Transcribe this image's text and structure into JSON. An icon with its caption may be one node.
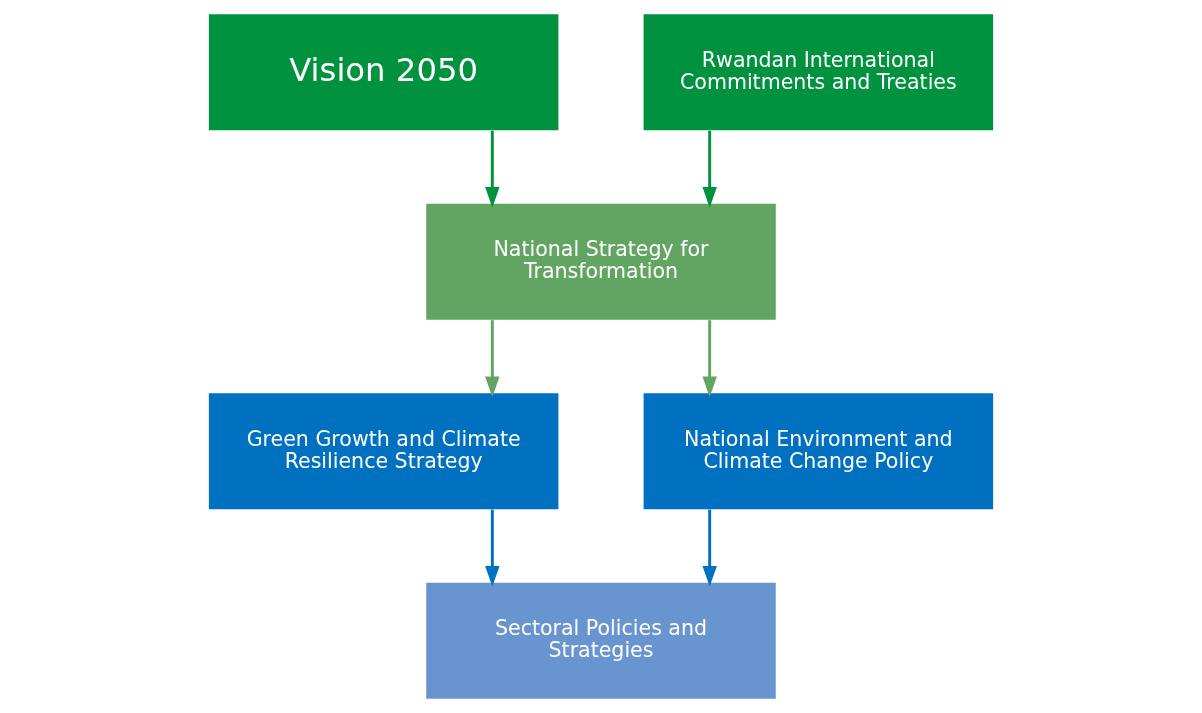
{
  "diagram": {
    "nodes": [
      {
        "text": [
          "Vision 2050"
        ]
      },
      {
        "text": [
          "Rwandan International Commitments and Treaties"
        ]
      },
      {
        "text": [
          "National Strategy for Transformation"
        ]
      },
      {
        "text": [
          "Green Growth and Climate Resilience Strategy"
        ]
      },
      {
        "text": [
          "National Environment and Climate Change Policy"
        ]
      },
      {
        "text": [
          "Sectoral Policies and Strategies"
        ]
      }
    ],
    "edges": [
      {
        "from": 0,
        "to": 2,
        "arrow": "to",
        "color": "#00923f"
      },
      {
        "from": 1,
        "to": 2,
        "arrow": "to",
        "color": "#00923f"
      },
      {
        "from": 2,
        "to": 3,
        "arrow": "to",
        "color": "#62a563"
      },
      {
        "from": 2,
        "to": 4,
        "arrow": "to",
        "color": "#62a563"
      },
      {
        "from": 3,
        "to": 5,
        "arrow": "to",
        "color": "#0070c0"
      },
      {
        "from": 4,
        "to": 5,
        "arrow": "to",
        "color": "#0070c0"
      }
    ]
  }
}
